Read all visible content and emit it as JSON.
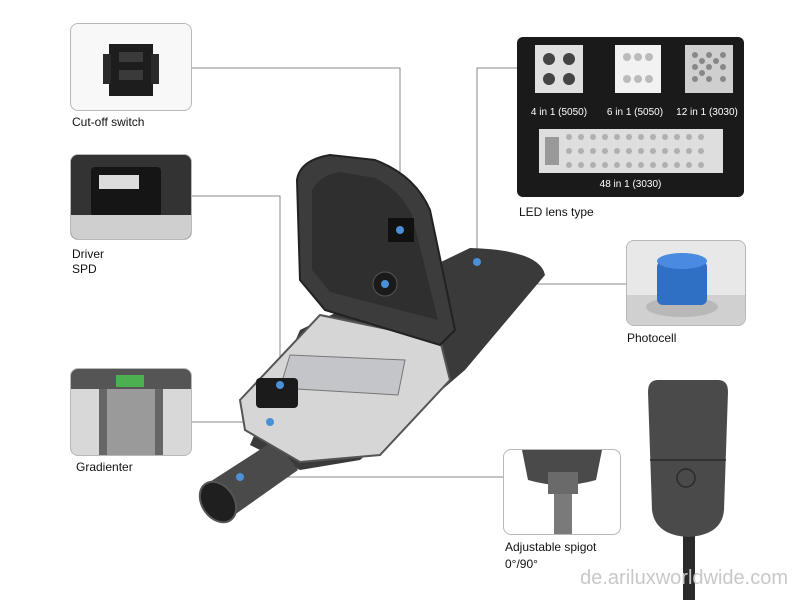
{
  "labels": {
    "cutoff": "Cut-off switch",
    "driver_line1": "Driver",
    "driver_line2": "SPD",
    "gradienter": "Gradienter",
    "led_lens": "LED lens type",
    "photocell": "Photocell",
    "spigot": "Adjustable spigot",
    "spigot_angles": "0°/90°"
  },
  "lens_types": [
    {
      "caption": "4 in 1 (5050)"
    },
    {
      "caption": "6 in 1 (5050)"
    },
    {
      "caption": "12 in 1 (3030)"
    },
    {
      "caption": "48 in 1 (3030)"
    }
  ],
  "watermark": "de.ariluxworldwide.com"
}
